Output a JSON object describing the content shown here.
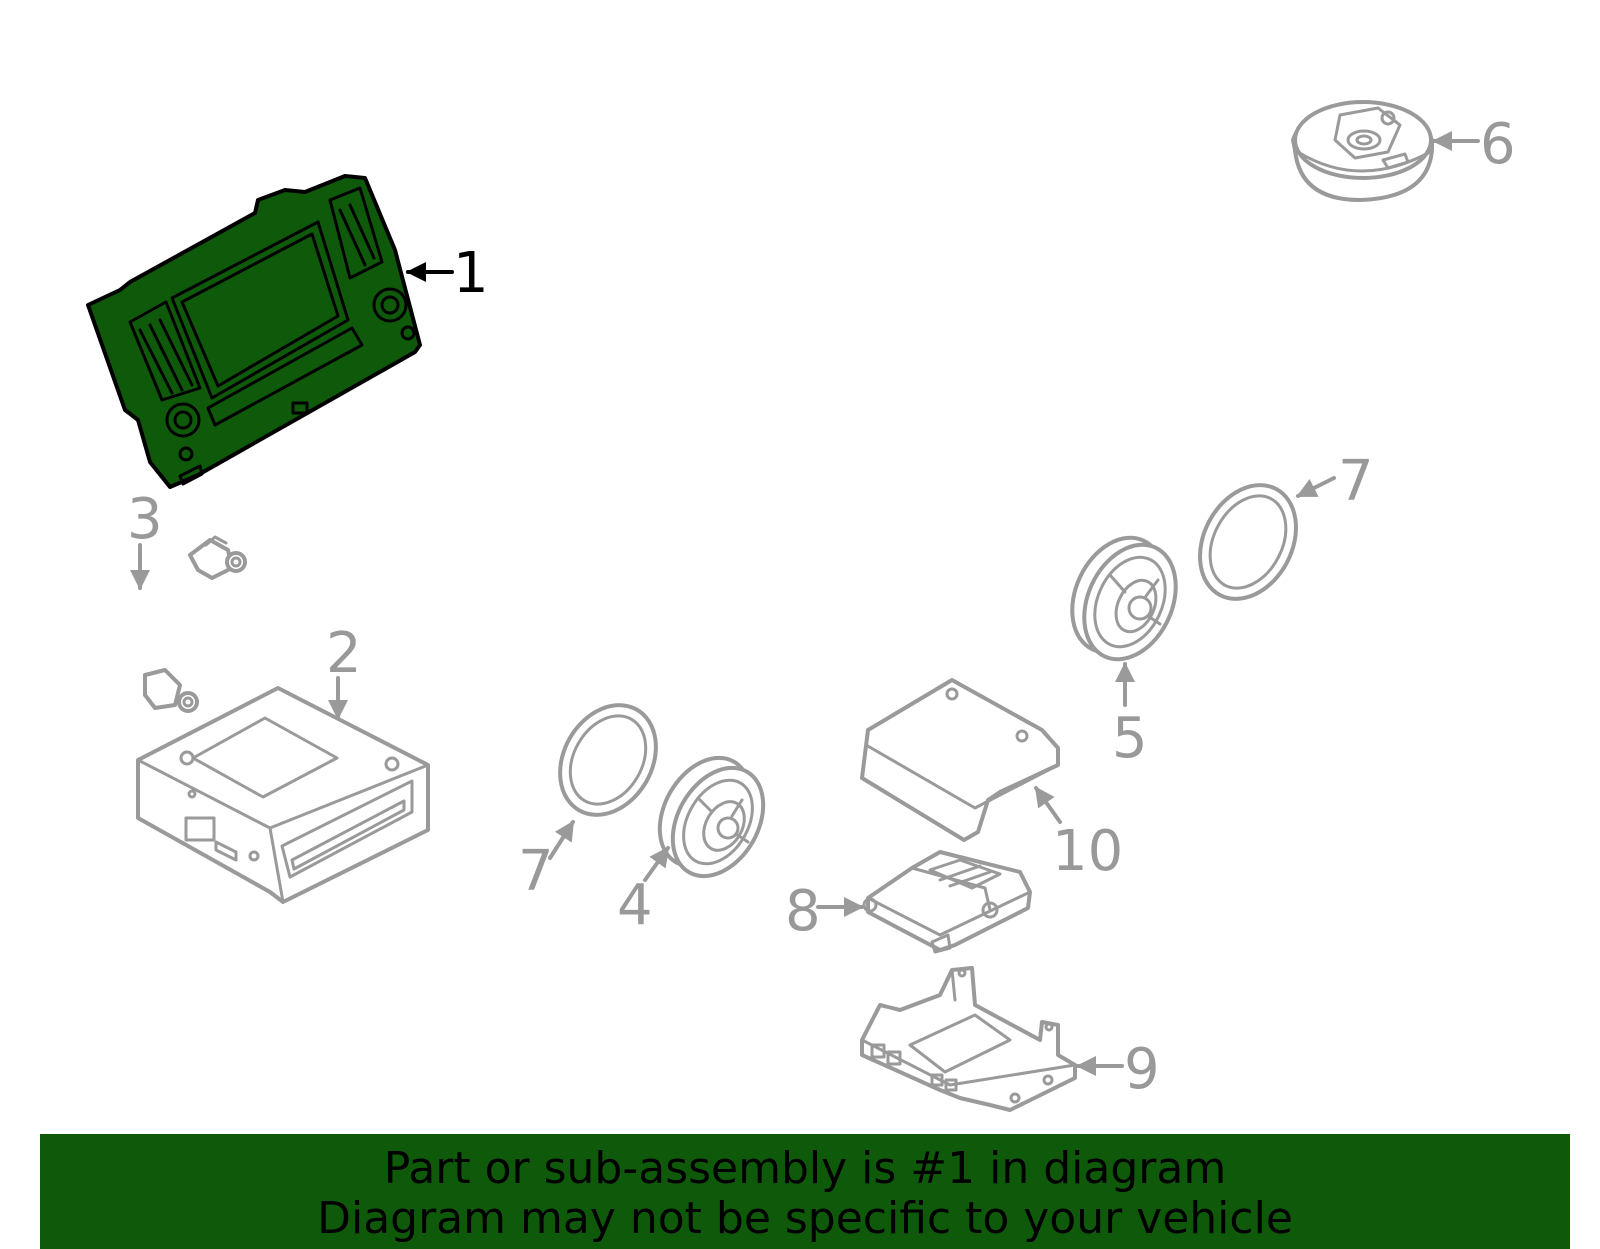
{
  "banner": {
    "line1": "Part or sub-assembly is #1 in diagram",
    "line2": "Diagram may not be specific to your vehicle",
    "background": "#0f5a0a"
  },
  "callouts": {
    "c1": "1",
    "c2": "2",
    "c3": "3",
    "c4": "4",
    "c5": "5",
    "c6": "6",
    "c7a": "7",
    "c7b": "7",
    "c8": "8",
    "c9": "9",
    "c10": "10"
  },
  "colors": {
    "highlight_fill": "#0f5a0a",
    "part_stroke": "#9a9a9a",
    "callout_active": "#000000",
    "callout_inactive": "#999999"
  }
}
